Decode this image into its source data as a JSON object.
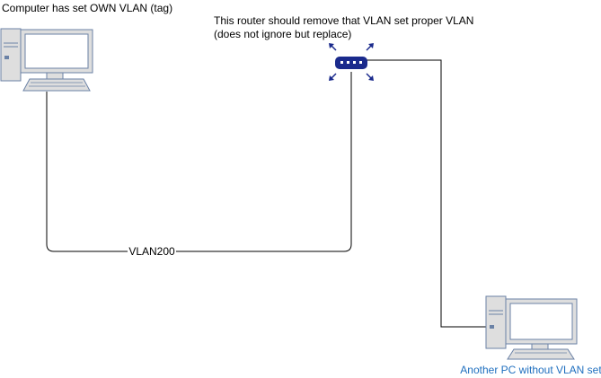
{
  "computer_note": "Computer has set OWN VLAN (tag)",
  "router_note_line1": "This router should remove that VLAN set proper VLAN",
  "router_note_line2": "(does not ignore but replace)",
  "link_label": "VLAN200",
  "other_pc_label": "Another PC without VLAN set",
  "icons": {
    "computer": "desktop-computer-icon",
    "router": "router-icon",
    "other_pc": "desktop-computer-icon"
  },
  "colors": {
    "icon_fill": "#dedede",
    "icon_stroke": "#6b82a6",
    "screen": "#ffffff",
    "router": "#1a2a8c",
    "label_blue": "#1f6fbf",
    "text": "#000000"
  }
}
